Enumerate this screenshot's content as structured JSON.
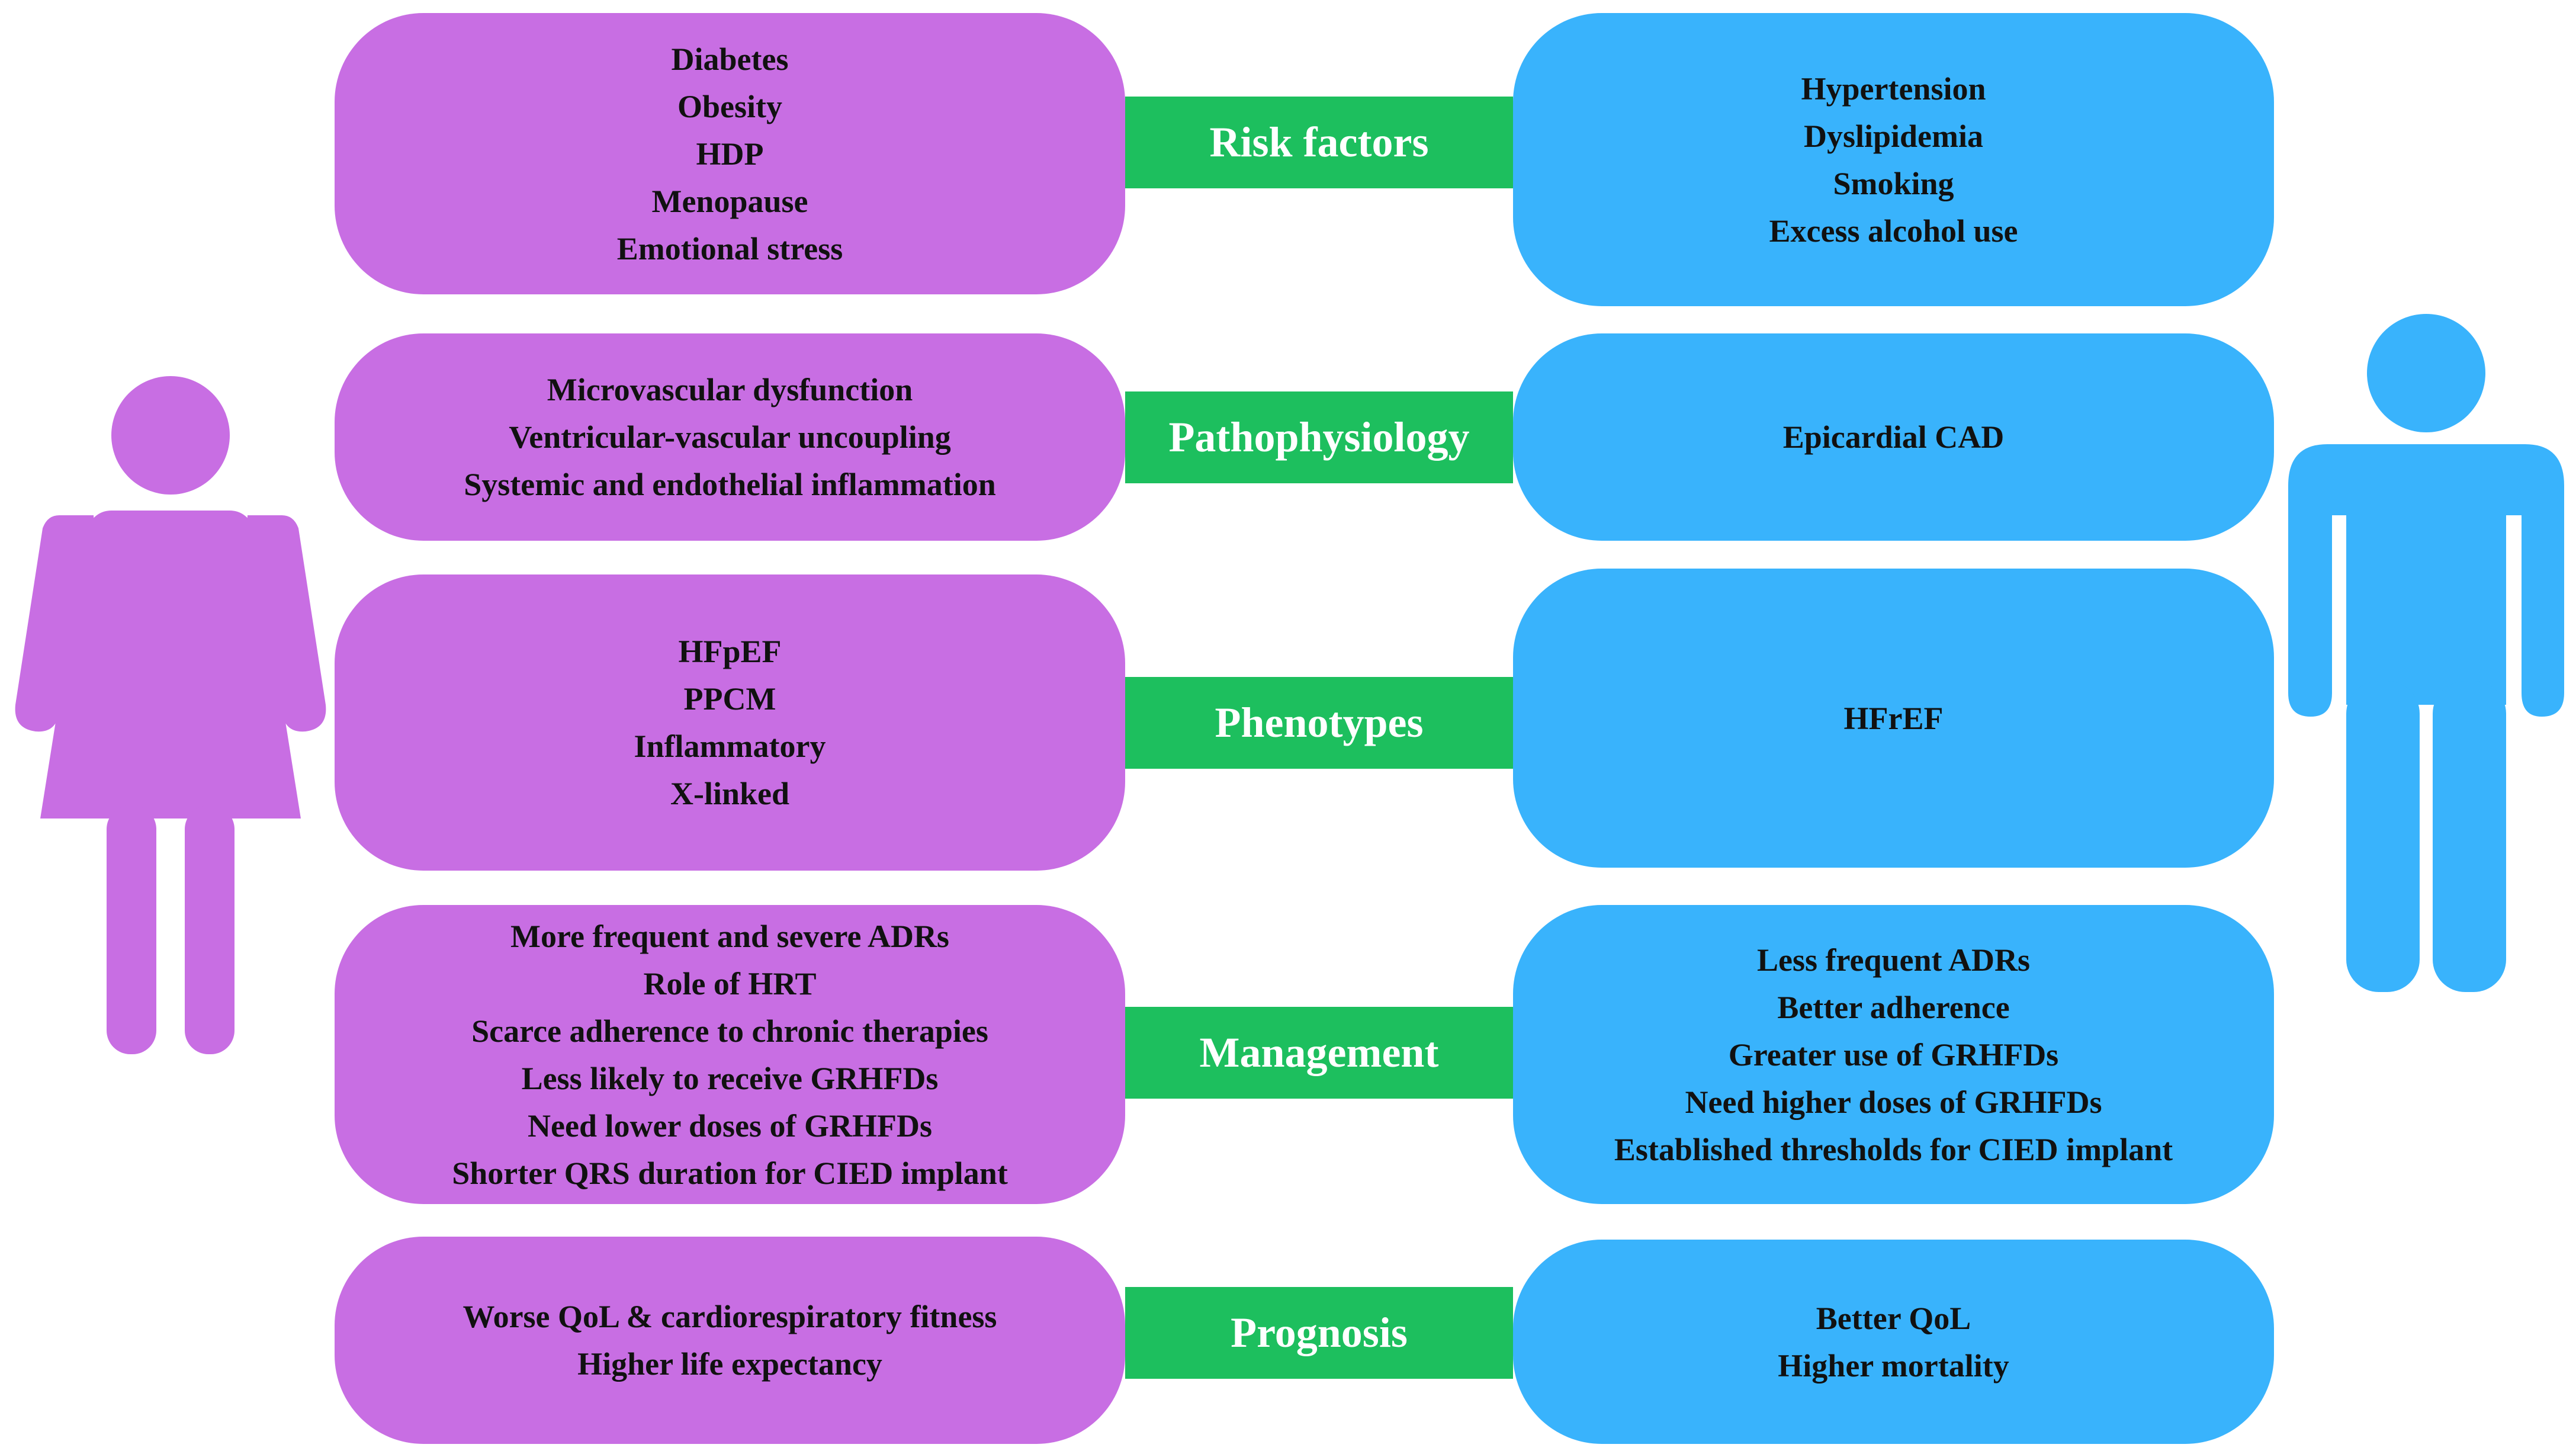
{
  "colors": {
    "female": "#c86ee3",
    "male": "#39b3fc",
    "connector": "#1dbf5e",
    "connector_text": "#ffffff",
    "box_text": "#111111"
  },
  "icons": {
    "left": "female-figure-icon",
    "right": "male-figure-icon"
  },
  "rows": [
    {
      "category": "Risk factors",
      "female": [
        "Diabetes",
        "Obesity",
        "HDP",
        "Menopause",
        "Emotional stress"
      ],
      "male": [
        "Hypertension",
        "Dyslipidemia",
        "Smoking",
        "Excess alcohol use"
      ]
    },
    {
      "category": "Pathophysiology",
      "female": [
        "Microvascular dysfunction",
        "Ventricular-vascular uncoupling",
        "Systemic and endothelial inflammation"
      ],
      "male": [
        "Epicardial CAD"
      ]
    },
    {
      "category": "Phenotypes",
      "female": [
        "HFpEF",
        "PPCM",
        "Inflammatory",
        "X-linked"
      ],
      "male": [
        "HFrEF"
      ]
    },
    {
      "category": "Management",
      "female": [
        "More frequent and severe ADRs",
        "Role of HRT",
        "Scarce adherence to chronic therapies",
        "Less likely to receive GRHFDs",
        "Need lower doses of GRHFDs",
        "Shorter QRS duration for CIED implant"
      ],
      "male": [
        "Less frequent ADRs",
        "Better adherence",
        "Greater use of GRHFDs",
        "Need higher doses of GRHFDs",
        "Established thresholds for CIED implant"
      ]
    },
    {
      "category": "Prognosis",
      "female": [
        "Worse QoL & cardiorespiratory fitness",
        "Higher life expectancy"
      ],
      "male": [
        "Better QoL",
        "Higher mortality"
      ]
    }
  ]
}
